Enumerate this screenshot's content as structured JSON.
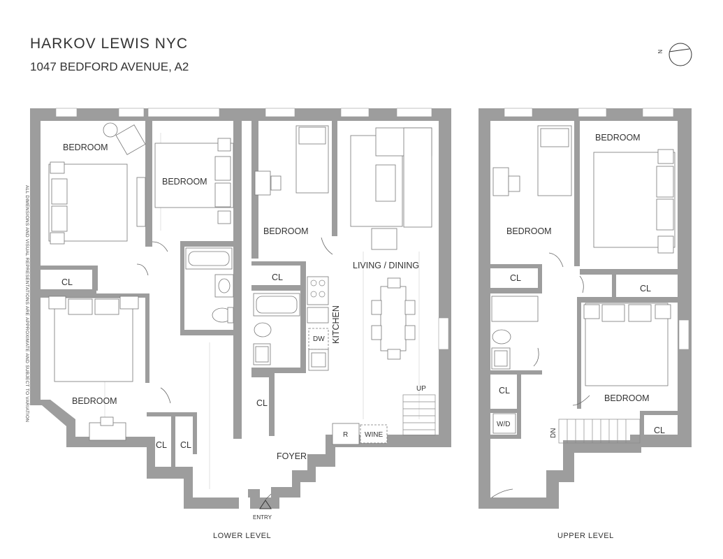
{
  "header": {
    "brand": "HARKOV LEWIS  NYC",
    "address": "1047 BEDFORD AVENUE, A2"
  },
  "disclaimer": "ALL DIMENSIONS AND VISUAL REPRESENTATIONS ARE APPROXIMATE AND SUBJECT TO VARIATION",
  "compass": {
    "label": "N",
    "icon": "north-arrow-icon"
  },
  "lower_level": {
    "label": "LOWER LEVEL",
    "rooms": {
      "bedroom_1": "BEDROOM",
      "bedroom_2": "BEDROOM",
      "bedroom_3": "BEDROOM",
      "bedroom_4": "BEDROOM",
      "closet_1": "CL",
      "closet_2": "CL",
      "closet_3": "CL",
      "closet_4": "CL",
      "closet_5": "CL",
      "living": "LIVING / DINING",
      "kitchen": "KITCHEN",
      "foyer": "FOYER",
      "entry": "ENTRY",
      "dw": "DW",
      "fridge": "R",
      "wine": "WINE",
      "stairs_up": "UP"
    }
  },
  "upper_level": {
    "label": "UPPER LEVEL",
    "rooms": {
      "bedroom_1": "BEDROOM",
      "bedroom_2": "BEDROOM",
      "bedroom_3": "BEDROOM",
      "closet_1": "CL",
      "closet_2": "CL",
      "closet_3": "CL",
      "closet_4": "CL",
      "wd": "W/D",
      "stairs_dn": "DN"
    }
  }
}
